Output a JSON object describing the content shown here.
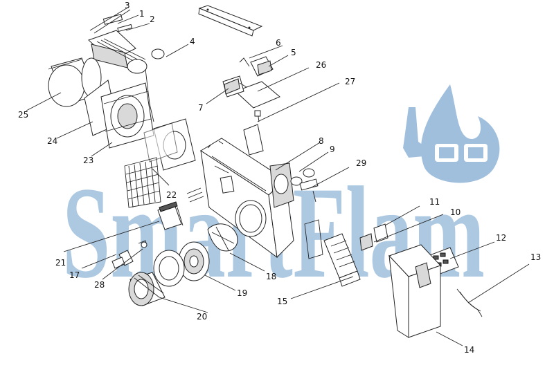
{
  "watermark": {
    "text": "SmartFlam",
    "color": "#9fc0dd",
    "logo_color": "#8fb4d8"
  },
  "callouts": [
    "1",
    "2",
    "3",
    "4",
    "5",
    "6",
    "7",
    "8",
    "9",
    "10",
    "11",
    "12",
    "13",
    "14",
    "15",
    "17",
    "18",
    "19",
    "20",
    "21",
    "22",
    "23",
    "24",
    "25",
    "26",
    "27",
    "28",
    "29"
  ]
}
